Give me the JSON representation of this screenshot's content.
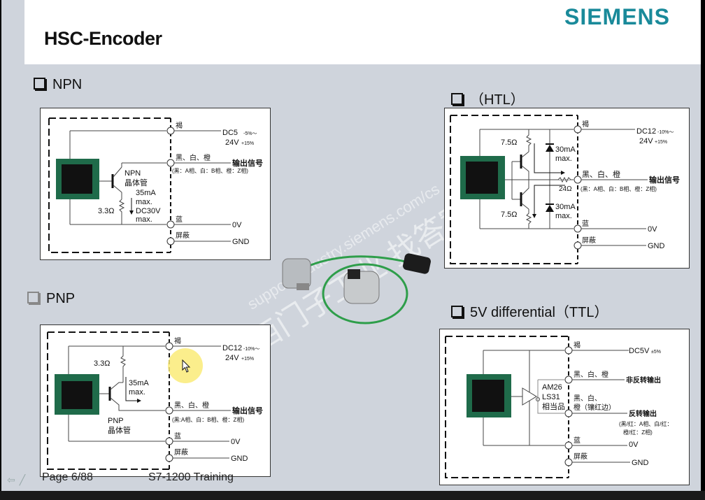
{
  "slide": {
    "title": "HSC-Encoder",
    "logo": "SIEMENS",
    "footer_page": "Page 6/88",
    "footer_training": "S7-1200 Training",
    "watermark_cn": "西门子工业   找答案",
    "watermark_url": "support.industry.siemens.com/cs"
  },
  "sections": {
    "npn": {
      "label": "NPN",
      "brown": "褐",
      "supply_a": "DC5",
      "supply_a_tol": "-5%～",
      "supply_b": "24V",
      "supply_b_tol": "+15%",
      "signal_colors": "黑、白、橙",
      "output_signal": "输出信号",
      "phase_note": "(黑：A相、白：B相、橙：Z相)",
      "transistor": "NPN",
      "transistor_cn": "晶体管",
      "current": "35mA",
      "max1": "max.",
      "voltage": "DC30V",
      "max2": "max.",
      "resistor": "3.3Ω",
      "blue": "蓝",
      "zero_v": "0V",
      "shield": "屏蔽",
      "gnd": "GND"
    },
    "htl": {
      "label": "（HTL）",
      "brown": "褐",
      "supply_a": "DC12",
      "supply_a_tol": "-10%～",
      "supply_b": "24V",
      "supply_b_tol": "+15%",
      "resistor_top": "7.5Ω",
      "resistor_bottom": "7.5Ω",
      "resistor_mid": "24Ω",
      "current_top": "30mA",
      "max_top": "max.",
      "current_bottom": "30mA",
      "max_bottom": "max.",
      "signal_colors": "黑、白、橙",
      "output_signal": "输出信号",
      "phase_note": "(黑：A相、白：B相、橙：Z相)",
      "blue": "蓝",
      "zero_v": "0V",
      "shield": "屏蔽",
      "gnd": "GND"
    },
    "pnp": {
      "label": "PNP",
      "brown": "褐",
      "supply_a": "DC12",
      "supply_a_tol": "-10%～",
      "supply_b": "24V",
      "supply_b_tol": "+15%",
      "resistor": "3.3Ω",
      "current": "35mA",
      "max": "max.",
      "transistor": "PNP",
      "transistor_cn": "晶体管",
      "signal_colors": "黑、白、橙",
      "output_signal": "输出信号",
      "phase_note": "(黑:A相、白：B相、橙：Z相)",
      "blue": "蓝",
      "zero_v": "0V",
      "shield": "屏蔽",
      "gnd": "GND"
    },
    "ttl": {
      "label": "5V differential（TTL）",
      "brown": "褐",
      "supply": "DC5V",
      "supply_tol": "±5%",
      "signal_colors": "黑、白、橙",
      "non_inverted": "非反转输出",
      "driver_1": "AM26",
      "driver_2": "LS31",
      "driver_3": "相当品",
      "inv_colors_1": "黑、白、",
      "inv_colors_2": "橙（镶红边）",
      "inverted": "反转输出",
      "inv_note_1": "(黑/红：A相、白/红：",
      "inv_note_2": "橙/红：Z相)",
      "blue": "蓝",
      "zero_v": "0V",
      "shield": "屏蔽",
      "gnd": "GND"
    }
  },
  "colors": {
    "logo": "#1a8a9a",
    "slide_bg": "#cfd4dc",
    "cable": "#2e9e4a",
    "pcb": "#1f6b4a",
    "cursor_highlight": "#faeb78"
  }
}
